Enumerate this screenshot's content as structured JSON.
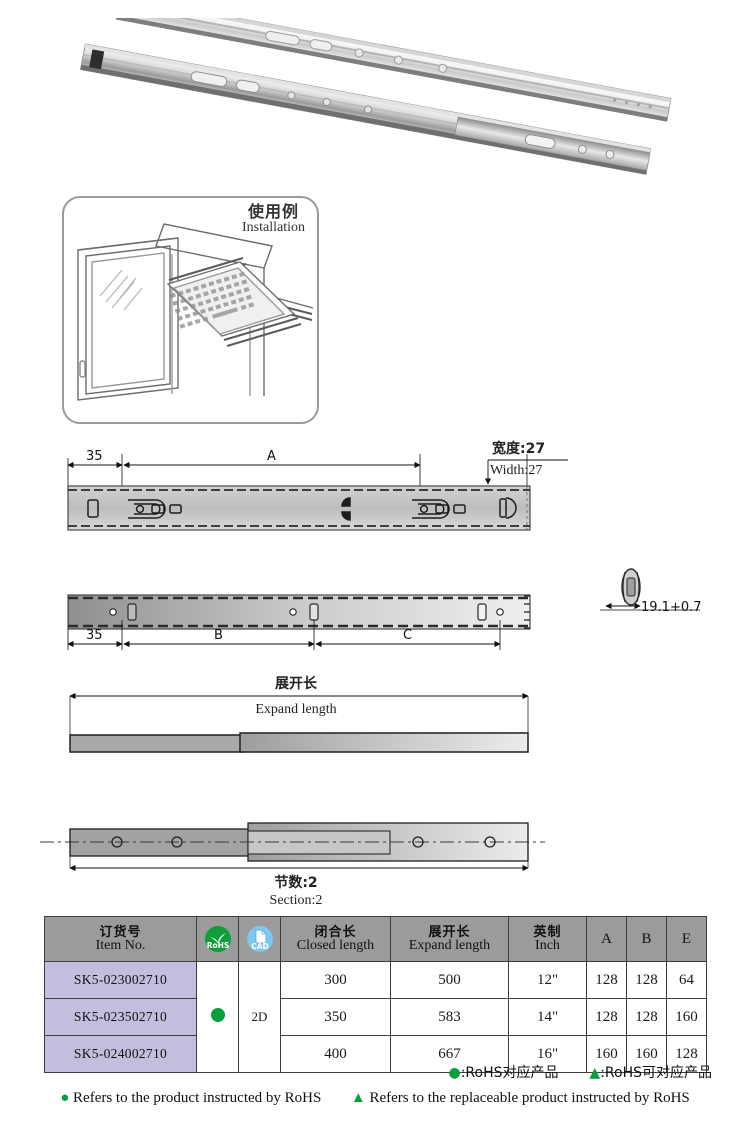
{
  "product_photo": {
    "alt_name": "ball-bearing-drawer-slide-pair-photo"
  },
  "installation": {
    "title_cn": "使用例",
    "title_en": "Installation",
    "scene": "keyboard-tray-under-desk"
  },
  "drawings": {
    "view1": {
      "dim_left": "35",
      "dim_a": "A",
      "width_cn": "宽度:27",
      "width_en": "Width:27"
    },
    "view2": {
      "dim_left": "35",
      "dim_b": "B",
      "dim_c": "C"
    },
    "section_side": {
      "thickness": "19.1+0.7"
    },
    "view3": {
      "label_cn": "展开长",
      "label_en": "Expand  length"
    },
    "view4": {
      "label_cn": "节数:2",
      "label_en": "Section:2"
    }
  },
  "table": {
    "headers": [
      {
        "cn": "订货号",
        "en": "Item No."
      },
      {
        "icon": "rohs-badge-icon",
        "label": "RoHS"
      },
      {
        "icon": "cad-badge-icon",
        "label": "CAD"
      },
      {
        "cn": "闭合长",
        "en": "Closed length"
      },
      {
        "cn": "展开长",
        "en": "Expand length"
      },
      {
        "cn": "英制",
        "en": "Inch"
      },
      {
        "cn": "",
        "en": "A"
      },
      {
        "cn": "",
        "en": "B"
      },
      {
        "cn": "",
        "en": "E"
      }
    ],
    "rows": [
      {
        "item": "SK5-023002710",
        "rohs": "",
        "cad": "",
        "closed": "300",
        "expand": "500",
        "inch": "12\"",
        "a": "128",
        "b": "128",
        "e": "64"
      },
      {
        "item": "SK5-023502710",
        "rohs": "dot",
        "cad": "2D",
        "closed": "350",
        "expand": "583",
        "inch": "14\"",
        "a": "128",
        "b": "128",
        "e": "160"
      },
      {
        "item": "SK5-024002710",
        "rohs": "",
        "cad": "",
        "closed": "400",
        "expand": "667",
        "inch": "16\"",
        "a": "160",
        "b": "160",
        "e": "128"
      }
    ]
  },
  "legend": {
    "cn_circle": "●:RoHS对应产品",
    "cn_triangle": "▲:RoHS可对应产品",
    "en_circle": "Refers to the product instructed by RoHS",
    "en_triangle": "Refers to the replaceable product instructed by RoHS",
    "circle_glyph": "●",
    "triangle_glyph": "▲"
  },
  "colors": {
    "rohs_green": "#079e3e",
    "cad_blue": "#7ec8ef",
    "item_cell_bg": "#c3bedd",
    "header_bg": "#9b9b9b"
  }
}
